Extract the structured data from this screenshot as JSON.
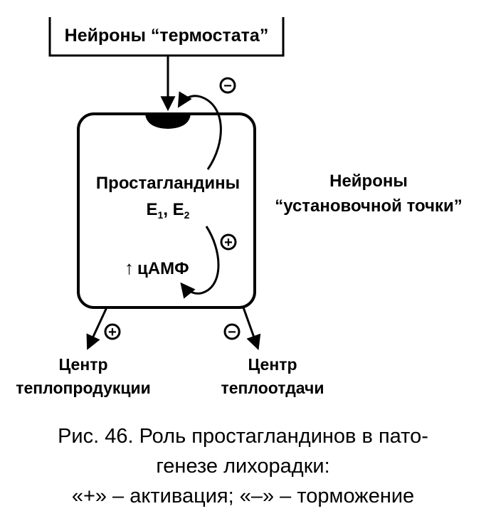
{
  "diagram": {
    "thermostat_label": "Нейроны “термостата”",
    "box_line1": "Простагландины",
    "box_line2_base": "E",
    "box_line2_sub1": "1",
    "box_line2_sep": ", E",
    "box_line2_sub2": "2",
    "camp_label": "цАМФ",
    "camp_arrow": "↑",
    "setpoint_line1": "Нейроны",
    "setpoint_line2": "“установочной точки”",
    "left_center_line1": "Центр",
    "left_center_line2": "теплопродукции",
    "right_center_line1": "Центр",
    "right_center_line2": "теплоотдачи",
    "signs": {
      "top_loop": "−",
      "inner_loop": "+",
      "left_output": "+",
      "right_output": "−"
    }
  },
  "caption": {
    "line1": "Рис. 46. Роль простагландинов в пато-",
    "line2": "генезе лихорадки:",
    "line3": "«+» – активация; «–» – торможение"
  }
}
